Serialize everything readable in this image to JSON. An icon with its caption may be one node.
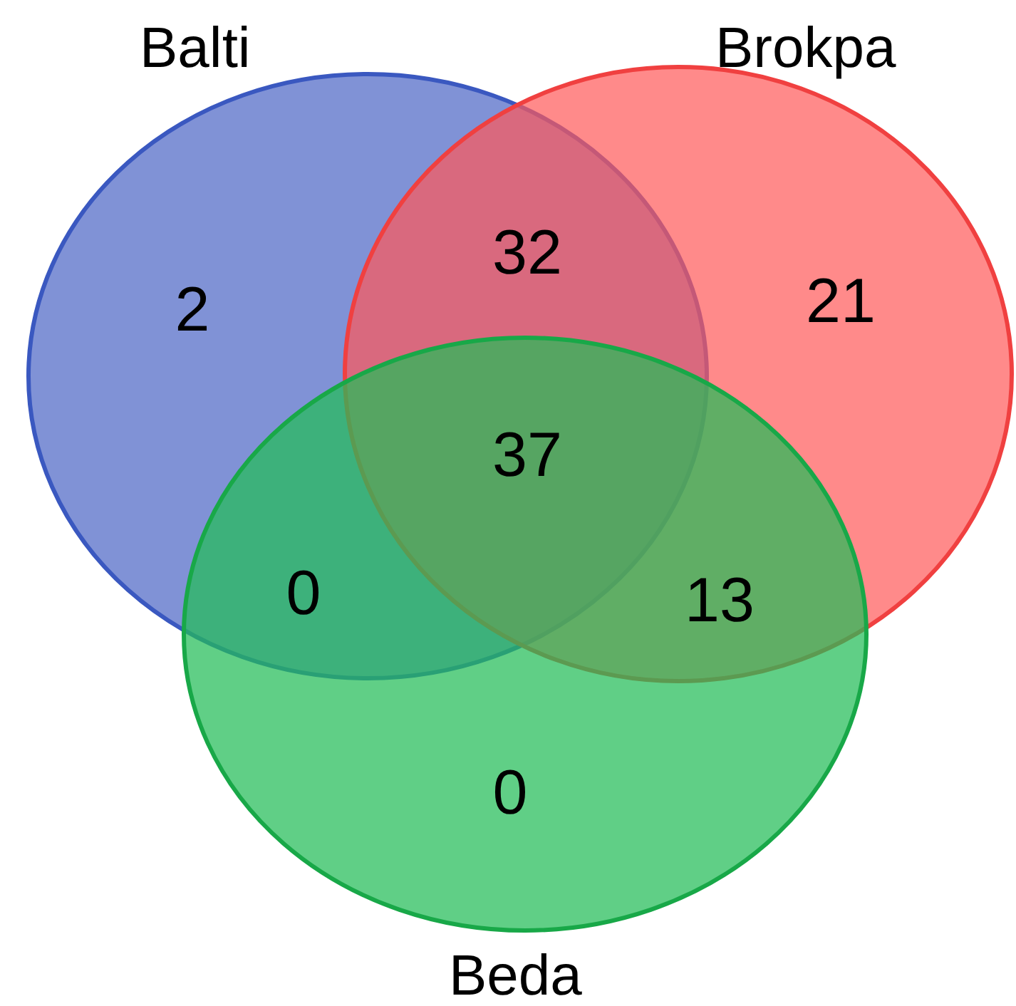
{
  "diagram": {
    "nodes": [
      {
        "text": [
          "Balti"
        ]
      },
      {
        "text": [
          "Brokpa"
        ]
      },
      {
        "text": [
          "Beda"
        ]
      }
    ],
    "labels": [
      "32",
      "2",
      "21",
      "37",
      "0",
      "13",
      "0"
    ]
  }
}
